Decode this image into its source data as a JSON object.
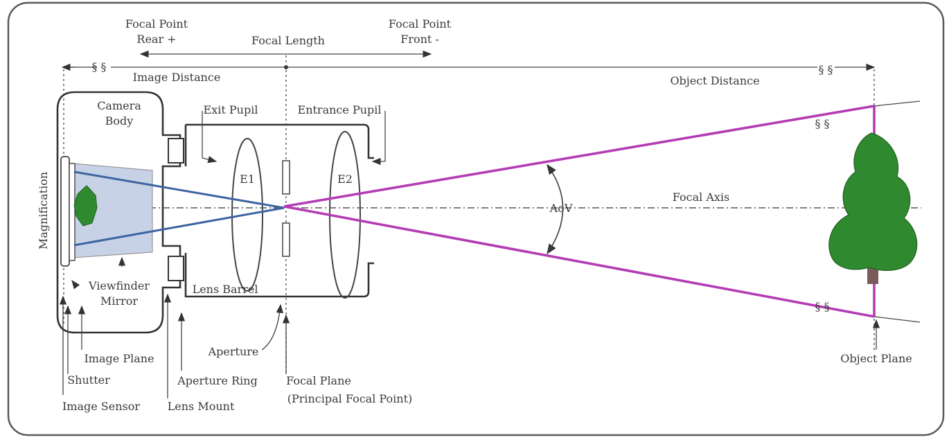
{
  "labels": {
    "focal_point_rear_1": "Focal Point",
    "focal_point_rear_2": "Rear +",
    "focal_length": "Focal Length",
    "focal_point_front_1": "Focal Point",
    "focal_point_front_2": "Front -",
    "image_distance": "Image Distance",
    "object_distance": "Object Distance",
    "camera_body_1": "Camera",
    "camera_body_2": "Body",
    "exit_pupil": "Exit Pupil",
    "entrance_pupil": "Entrance Pupil",
    "e1": "E1",
    "e2": "E2",
    "aov": "AoV",
    "focal_axis": "Focal Axis",
    "magnification": "Magnification",
    "viewfinder_1": "Viewfinder",
    "viewfinder_2": "Mirror",
    "lens_barrel": "Lens Barrel",
    "aperture": "Aperture",
    "image_plane": "Image Plane",
    "shutter": "Shutter",
    "image_sensor": "Image Sensor",
    "aperture_ring": "Aperture Ring",
    "lens_mount": "Lens Mount",
    "focal_plane_1": "Focal Plane",
    "focal_plane_2": "(Principal Focal Point)",
    "object_plane": "Object Plane",
    "break_mark": "§ §"
  },
  "colors": {
    "aov_lines": "#b43cb4",
    "sensor_rays": "#3c64a0",
    "finder_fill": "#c8d2e6",
    "tree_green": "#2f8a2f",
    "trunk": "#7a5a5a",
    "frame": "#555555"
  }
}
